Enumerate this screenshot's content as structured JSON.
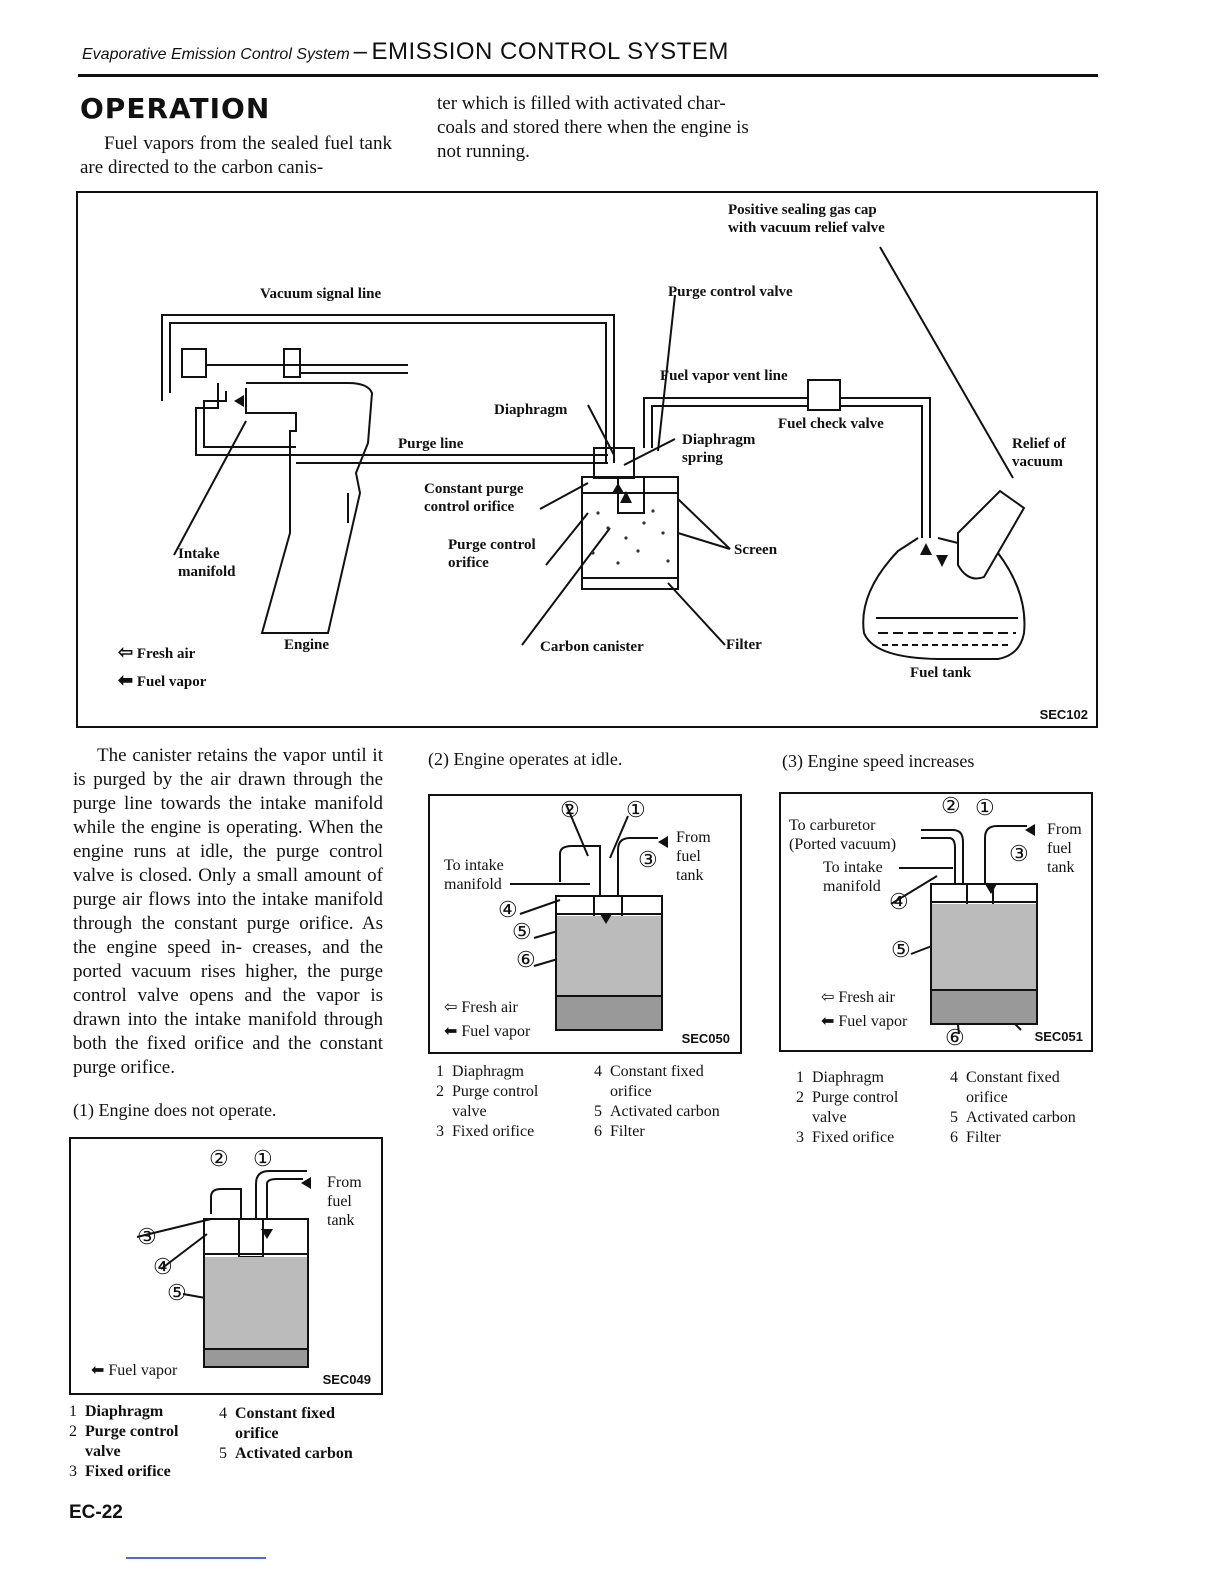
{
  "header": {
    "section_italic": "Evaporative Emission Control System",
    "dash": "–",
    "section_main": "EMISSION CONTROL SYSTEM"
  },
  "operation": {
    "title": "OPERATION",
    "para_left": "Fuel vapors from the sealed fuel tank are directed to the carbon canis-",
    "para_right": "ter which is filled with activated char- coals and stored there when the engine is not running."
  },
  "main_diagram": {
    "code": "SEC102",
    "labels": {
      "positive_sealing": "Positive sealing gas cap with vacuum relief valve",
      "vacuum_signal_line": "Vacuum signal line",
      "purge_control_valve": "Purge control valve",
      "fuel_vapor_vent_line": "Fuel vapor vent line",
      "diaphragm": "Diaphragm",
      "fuel_check_valve": "Fuel check valve",
      "purge_line": "Purge line",
      "diaphragm_spring": "Diaphragm spring",
      "relief_of_vacuum": "Relief of vacuum",
      "constant_purge": "Constant purge control orifice",
      "screen": "Screen",
      "intake_manifold": "Intake manifold",
      "purge_control_orifice": "Purge control orifice",
      "engine": "Engine",
      "carbon_canister": "Carbon canister",
      "filter": "Filter",
      "fuel_tank": "Fuel tank",
      "fresh_air": "Fresh air",
      "fuel_vapor": "Fuel vapor"
    }
  },
  "body": {
    "paragraph": "The canister retains the vapor until it is purged by the air drawn through the purge line towards the intake manifold while the engine is operating. When the engine runs at idle, the purge control valve is closed. Only a small amount of purge air flows into the intake manifold through the constant purge orifice. As the engine speed in- creases, and the ported vacuum rises higher, the purge control valve opens and the vapor is drawn into the intake manifold through both the fixed orifice and the constant purge orifice."
  },
  "fig1": {
    "caption": "(1) Engine does not operate.",
    "code": "SEC049",
    "from_fuel_tank": "From fuel tank",
    "fuel_vapor": "Fuel vapor",
    "nums": [
      "②",
      "①",
      "③",
      "④",
      "⑤"
    ],
    "legend": [
      {
        "n": "1",
        "t": "Diaphragm"
      },
      {
        "n": "2",
        "t": "Purge control valve"
      },
      {
        "n": "3",
        "t": "Fixed orifice"
      },
      {
        "n": "4",
        "t": "Constant fixed orifice"
      },
      {
        "n": "5",
        "t": "Activated carbon"
      }
    ]
  },
  "fig2": {
    "caption": "(2) Engine operates at idle.",
    "code": "SEC050",
    "from_fuel_tank": "From fuel tank",
    "to_intake": "To intake manifold",
    "fresh_air": "Fresh air",
    "fuel_vapor": "Fuel vapor",
    "nums": [
      "②",
      "①",
      "③",
      "④",
      "⑤",
      "⑥"
    ],
    "legend": [
      {
        "n": "1",
        "t": "Diaphragm"
      },
      {
        "n": "2",
        "t": "Purge control valve"
      },
      {
        "n": "3",
        "t": "Fixed orifice"
      },
      {
        "n": "4",
        "t": "Constant fixed orifice"
      },
      {
        "n": "5",
        "t": "Activated carbon"
      },
      {
        "n": "6",
        "t": "Filter"
      }
    ]
  },
  "fig3": {
    "caption": "(3) Engine speed increases",
    "code": "SEC051",
    "to_carburetor": "To carburetor (Ported vacuum)",
    "to_intake": "To intake manifold",
    "from_fuel_tank": "From fuel tank",
    "fresh_air": "Fresh air",
    "fuel_vapor": "Fuel vapor",
    "nums": [
      "②",
      "①",
      "③",
      "④",
      "⑤",
      "⑥"
    ],
    "legend": [
      {
        "n": "1",
        "t": "Diaphragm"
      },
      {
        "n": "2",
        "t": "Purge control valve"
      },
      {
        "n": "3",
        "t": "Fixed orifice"
      },
      {
        "n": "4",
        "t": "Constant fixed orifice"
      },
      {
        "n": "5",
        "t": "Activated carbon"
      },
      {
        "n": "6",
        "t": "Filter"
      }
    ]
  },
  "footer": {
    "page_number": "EC-22"
  }
}
